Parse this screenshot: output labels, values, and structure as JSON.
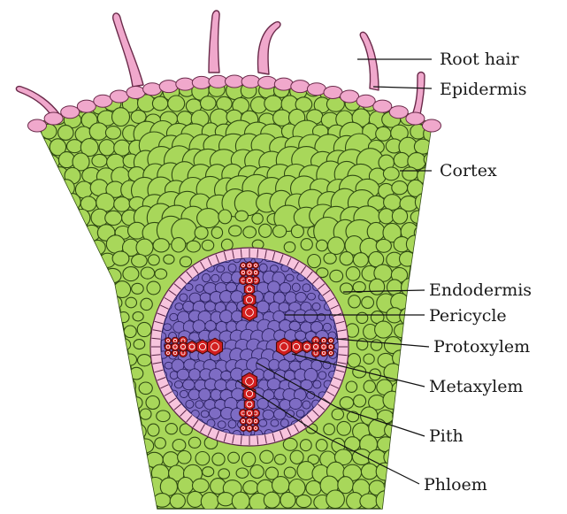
{
  "diagram": {
    "colors": {
      "cortex_fill": "#a8d75a",
      "cortex_stroke": "#2f4a12",
      "epidermis_fill": "#f0a8cc",
      "endodermis_fill": "#f7c4dd",
      "stele_fill": "#7e6cc4",
      "stele_cell_stroke": "#2b2160",
      "xylem_fill": "#d21f1f",
      "xylem_stroke": "#4a0a0a",
      "background": "#ffffff"
    },
    "labels": [
      {
        "id": "root-hair",
        "text": "Root hair"
      },
      {
        "id": "epidermis",
        "text": "Epidermis"
      },
      {
        "id": "cortex",
        "text": "Cortex"
      },
      {
        "id": "endodermis",
        "text": "Endodermis"
      },
      {
        "id": "pericycle",
        "text": "Pericycle"
      },
      {
        "id": "protoxylem",
        "text": "Protoxylem"
      },
      {
        "id": "metaxylem",
        "text": "Metaxylem"
      },
      {
        "id": "pith",
        "text": "Pith"
      },
      {
        "id": "phloem",
        "text": "Phloem"
      }
    ]
  }
}
